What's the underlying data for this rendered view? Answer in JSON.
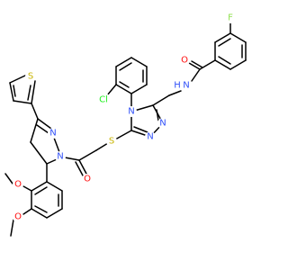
{
  "colors": {
    "bond": "#000000",
    "O": "#ff0d0d",
    "N": "#3050f8",
    "S": "#c8b400",
    "F": "#90e050",
    "Cl": "#1ff01f"
  },
  "labels": {
    "O_carbonyl_amide": "O",
    "N_amide": "N",
    "H_amide": "H",
    "F": "F",
    "Cl": "Cl",
    "N_triazole_4": "N",
    "N_triazole_1": "N",
    "N_triazole_2": "N",
    "S_thioether": "S",
    "O_carbonyl_acyl": "O",
    "N_pyrazoline_1": "N",
    "N_pyrazoline_2": "N",
    "S_thiophene": "S",
    "O_methoxy_1": "O",
    "O_methoxy_2": "O"
  }
}
